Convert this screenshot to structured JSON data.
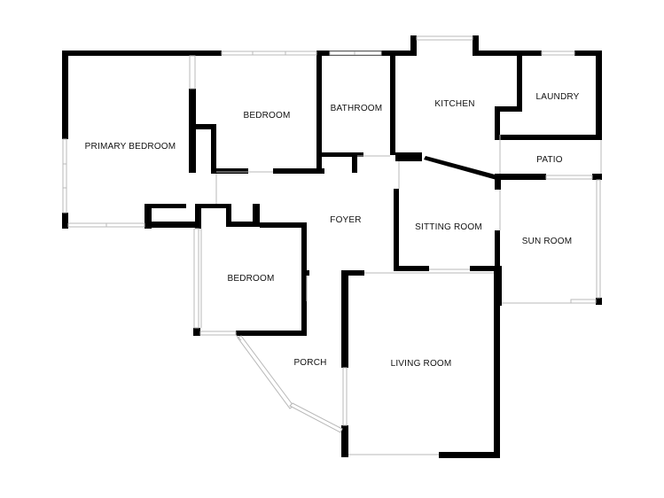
{
  "rooms": {
    "primary_bedroom": "PRIMARY BEDROOM",
    "bedroom_top": "BEDROOM",
    "bathroom": "BATHROOM",
    "kitchen": "KITCHEN",
    "laundry": "LAUNDRY",
    "patio": "PATIO",
    "foyer": "FOYER",
    "sitting_room": "SITTING ROOM",
    "sun_room": "SUN ROOM",
    "bedroom_bottom": "BEDROOM",
    "porch": "PORCH",
    "living_room": "LIVING ROOM"
  },
  "colors": {
    "wall": "#000000",
    "window": "#b8b8b8",
    "background": "#ffffff"
  }
}
